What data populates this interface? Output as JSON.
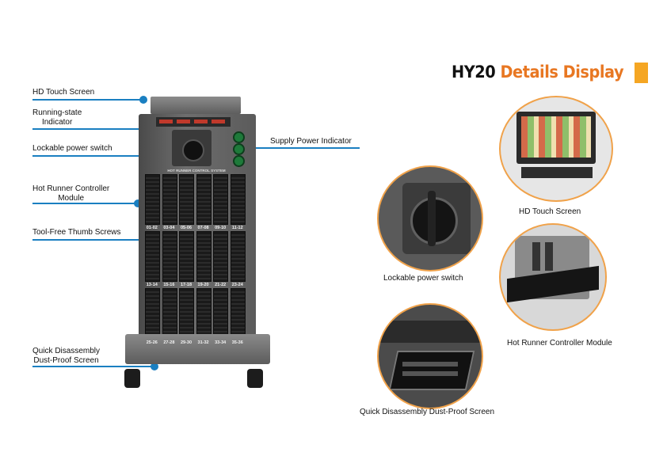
{
  "header": {
    "model": "HY20",
    "title": "Details Display",
    "accent_color": "#e87722",
    "bar_color": "#f5a623"
  },
  "callouts": {
    "touch_screen": "HD Touch Screen",
    "running_state_1": "Running-state",
    "running_state_2": "Indicator",
    "power_switch": "Lockable power switch",
    "supply_power": "Supply Power Indicator",
    "controller_module_1": "Hot Runner Controller",
    "controller_module_2": "Module",
    "thumb_screws": "Tool-Free Thumb Screws",
    "dust_screen_1": "Quick Disassembly",
    "dust_screen_2": "Dust-Proof Screen",
    "line_color": "#1a7fc1"
  },
  "cabinet": {
    "system_label": "HOT RUNNER CONTROL SYSTEM",
    "row1_zones": [
      "01-02",
      "03-04",
      "05-06",
      "07-08",
      "09-10",
      "11-12"
    ],
    "row2_zones": [
      "13-14",
      "15-16",
      "17-18",
      "19-20",
      "21-22",
      "23-24"
    ],
    "row3_zones": [
      "25-26",
      "27-28",
      "29-30",
      "31-32",
      "33-34",
      "35-36"
    ]
  },
  "details": {
    "touch_screen": "HD Touch Screen",
    "power_switch": "Lockable power switch",
    "controller_module": "Hot Runner Controller Module",
    "dust_screen": "Quick Disassembly Dust-Proof Screen",
    "circle_border": "#f0a24a"
  }
}
